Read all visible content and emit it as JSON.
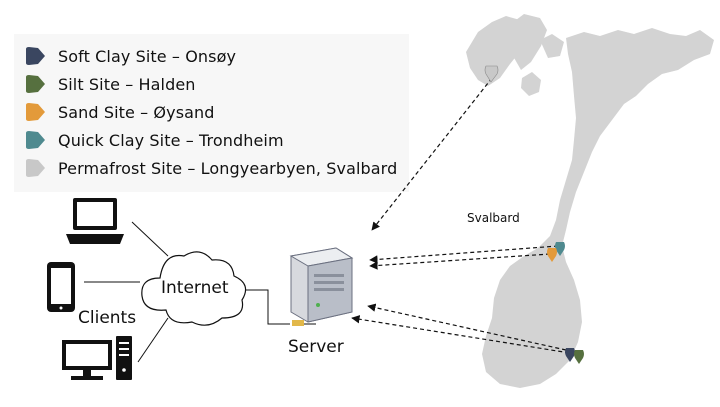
{
  "legend": {
    "items": [
      {
        "label": "Soft Clay Site – Onsøy",
        "color": "#3a4660"
      },
      {
        "label": "Silt Site – Halden",
        "color": "#56703f"
      },
      {
        "label": "Sand Site –  Øysand",
        "color": "#e39a3a"
      },
      {
        "label": "Quick Clay Site – Trondheim",
        "color": "#4f8a8f"
      },
      {
        "label": "Permafrost Site – Longyearbyen, Svalbard",
        "color": "#c8c8c8"
      }
    ]
  },
  "network": {
    "cloud_label": "Internet",
    "clients_label": "Clients",
    "server_label": "Server"
  },
  "map": {
    "svalbard_label": "Svalbard"
  }
}
